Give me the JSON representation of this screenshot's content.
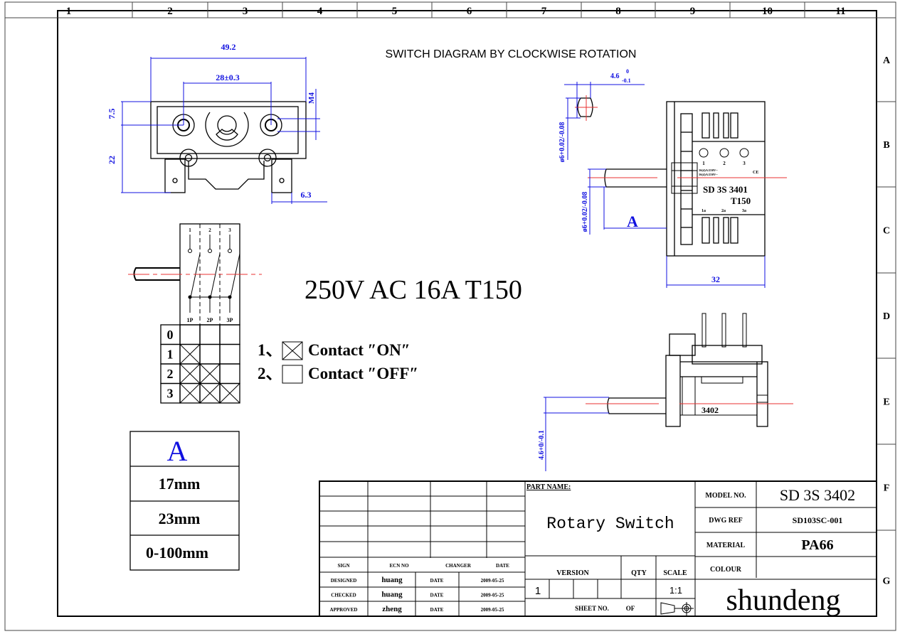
{
  "border": {
    "columns": [
      "1",
      "2",
      "3",
      "4",
      "5",
      "6",
      "7",
      "8",
      "9",
      "10",
      "11"
    ],
    "rows": [
      "A",
      "B",
      "C",
      "D",
      "E",
      "F",
      "G"
    ]
  },
  "title": "SWITCH DIAGRAM BY CLOCKWISE ROTATION",
  "front_view": {
    "dim_width": "49.2",
    "dim_hole_spacing": "28±0.3",
    "dim_m4": "M4",
    "dim_7_5": "7.5",
    "dim_22": "22",
    "dim_6_3": "6.3"
  },
  "side_view": {
    "dim_flat": "4.6",
    "dim_flat_upper": "0",
    "dim_flat_lower": "-0.1",
    "dim_shaft_top": "ø6+0.02/-0.08",
    "dim_shaft": "ø6+0.02/-0.08",
    "dim_A": "A",
    "dim_32": "32",
    "terminals": [
      "1",
      "2",
      "3"
    ],
    "terminal_labels": [
      "1a",
      "2a",
      "3a"
    ],
    "rating_lines": [
      "16(4)A/250V~",
      "16(4)A/250V~"
    ],
    "ce_mark": "CE",
    "model_text": "SD 3S 3401",
    "temp_text": "T150"
  },
  "bottom_view": {
    "label": "3402",
    "dim_shaft": "4.6+0/-0.1"
  },
  "schematic": {
    "top_labels": [
      "1",
      "2",
      "3"
    ],
    "pole_labels": [
      "1P",
      "2P",
      "3P"
    ],
    "positions": [
      {
        "label": "0",
        "contacts": [
          false,
          false,
          false
        ]
      },
      {
        "label": "1",
        "contacts": [
          true,
          false,
          false
        ]
      },
      {
        "label": "2",
        "contacts": [
          true,
          true,
          false
        ]
      },
      {
        "label": "3",
        "contacts": [
          true,
          true,
          true
        ]
      }
    ]
  },
  "rating": "250V AC 16A T150",
  "legend": [
    {
      "prefix": "1、",
      "text": "Contact ″ON″",
      "checked": true
    },
    {
      "prefix": "2、",
      "text": "Contact ″OFF″",
      "checked": false
    }
  ],
  "a_table": {
    "header": "A",
    "values": [
      "17mm",
      "23mm",
      "0-100mm"
    ]
  },
  "title_block": {
    "rev_headers": [
      "SIGN",
      "ECN NO",
      "CHANGER",
      "DATE"
    ],
    "approvals": [
      {
        "role": "DESIGNED",
        "name": "huang",
        "date_label": "DATE",
        "date": "2009-05-25"
      },
      {
        "role": "CHECKED",
        "name": "huang",
        "date_label": "DATE",
        "date": "2009-05-25"
      },
      {
        "role": "APPROVED",
        "name": "zheng",
        "date_label": "DATE",
        "date": "2009-05-25"
      }
    ],
    "part_name_label": "PART NAME:",
    "part_name": "Rotary Switch",
    "version_label": "VERSION",
    "qty_label": "QTY",
    "scale_label": "SCALE",
    "version": "1",
    "scale": "1:1",
    "sheet_label": "SHEET NO.",
    "of_label": "OF",
    "model_label": "MODEL NO.",
    "model": "SD 3S 3402",
    "dwg_label": "DWG REF",
    "dwg": "SD103SC-001",
    "material_label": "MATERIAL",
    "material": "PA66",
    "colour_label": "COLOUR",
    "colour": "",
    "company": "shundeng"
  },
  "colors": {
    "dimension": "#1010e0",
    "centerline": "#e83030",
    "line": "#000000"
  }
}
